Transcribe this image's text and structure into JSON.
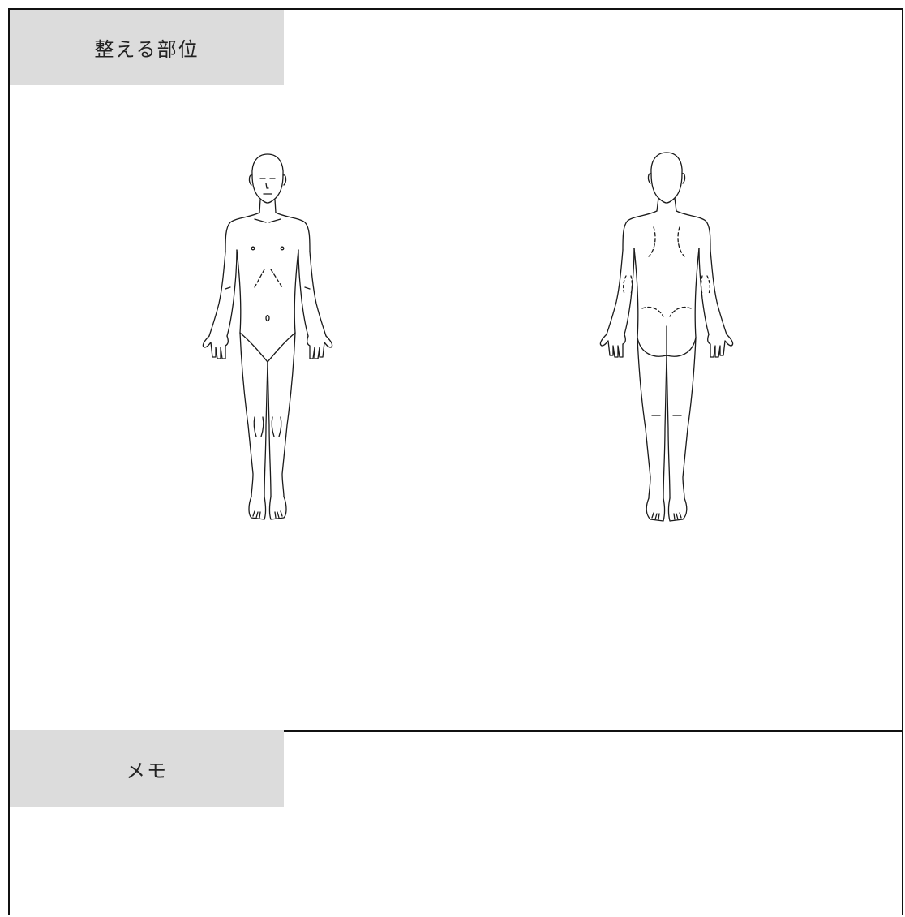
{
  "sections": {
    "body_parts": {
      "label": "整える部位",
      "front_figure": "body-front-illustration",
      "back_figure": "body-back-illustration"
    },
    "memo": {
      "label": "メモ",
      "value": ""
    }
  },
  "colors": {
    "label_background": "#dcdcdc",
    "border": "#111111",
    "line": "#1a1a1a"
  }
}
